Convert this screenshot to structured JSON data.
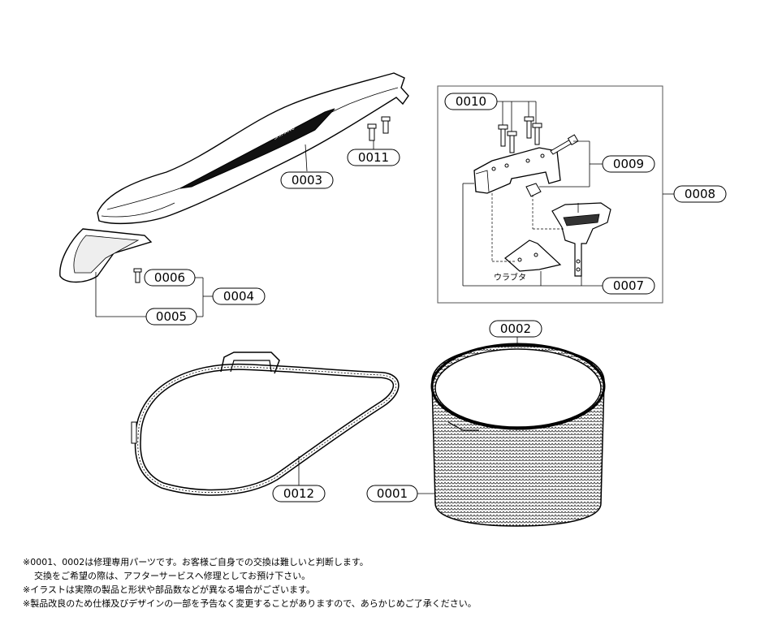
{
  "labels": {
    "p0001": "0001",
    "p0002": "0002",
    "p0003": "0003",
    "p0004": "0004",
    "p0005": "0005",
    "p0006": "0006",
    "p0007": "0007",
    "p0008": "0008",
    "p0009": "0009",
    "p0010": "0010",
    "p0011": "0011",
    "p0012": "0012"
  },
  "part_text": {
    "urabuta": "ウラブタ",
    "brand_edition": "COMPE EDITION",
    "brand_logo": "SHIMANO"
  },
  "notes": [
    "※0001、0002は修理専用パーツです。お客様ご自身での交換は難しいと判断します。",
    "交換をご希望の際は、アフターサービスへ修理としてお預け下さい。",
    "※イラストは実際の製品と形状や部品数などが異なる場合がございます。",
    "※製品改良のため仕様及びデザインの一部を予告なく変更することがありますので、あらかじめご了承ください。"
  ]
}
